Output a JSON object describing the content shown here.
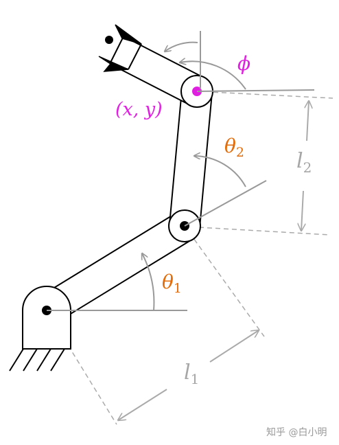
{
  "colors": {
    "link": "#000000",
    "guide": "#999999",
    "dash": "#aaaaaa",
    "angle_label": "#e36c09",
    "point_label": "#e020e0",
    "length_label": "#a6a6a6",
    "watermark": "#999999"
  },
  "labels": {
    "phi": "ϕ",
    "point": "(x, y)",
    "theta2": {
      "symbol": "θ",
      "sub": "2"
    },
    "theta1": {
      "symbol": "θ",
      "sub": "1"
    },
    "l2": {
      "symbol": "l",
      "sub": "2"
    },
    "l1": {
      "symbol": "l",
      "sub": "1"
    }
  },
  "watermark": "知乎 @白小明"
}
